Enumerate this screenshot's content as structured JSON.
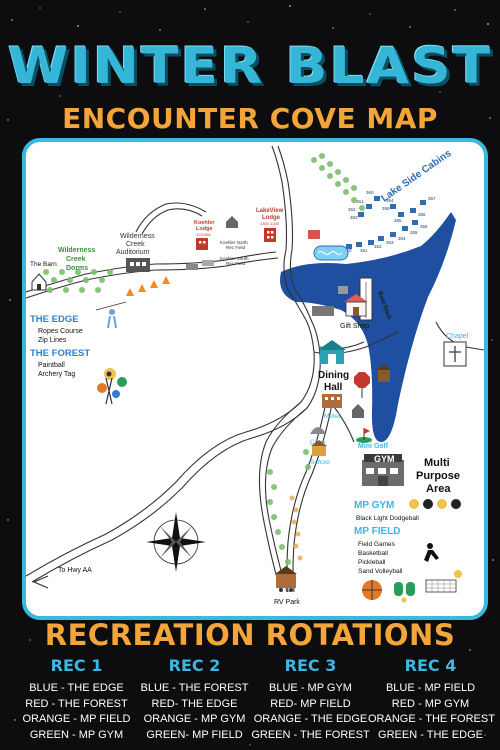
{
  "header": {
    "title": "WINTER BLAST",
    "subtitle": "ENCOUNTER COVE MAP"
  },
  "map": {
    "labels": {
      "the_barn": "The Barn",
      "wilderness_creek_dorms_1": "Wilderness",
      "wilderness_creek_dorms_2": "Creek",
      "wilderness_creek_dorms_3": "Dorms",
      "auditorium_1": "Wilderness",
      "auditorium_2": "Creek",
      "auditorium_3": "Auditorium",
      "koehler_lodge_1": "Koehler",
      "koehler_lodge_2": "Lodge",
      "koehler_lodge_rooms": "103-566",
      "koehler_north_1": "Koehler North",
      "koehler_north_2": "Rec Field",
      "koehler_south_1": "Koehler South",
      "koehler_south_2": "Rec Field",
      "lakeview_lodge_1": "LakeView",
      "lakeview_lodge_2": "Lodge",
      "lakeview_lodge_rooms": "1300-1340",
      "lake_side_cabins": "Lake Side Cabins",
      "boat_dock": "Boat Dock",
      "gift_shop": "Gift Shop",
      "chapel": "Chapel",
      "dining_hall_1": "Dining",
      "dining_hall_2": "Hall",
      "motel": "Motel",
      "cave": "Cave",
      "school": "School",
      "mini_golf": "Mini Golf",
      "gym_sign": "GYM",
      "multi_purpose_1": "Multi",
      "multi_purpose_2": "Purpose",
      "multi_purpose_3": "Area",
      "mp_gym": "MP GYM",
      "mp_gym_activity": "Black Light Dodgeball",
      "mp_field": "MP FIELD",
      "mp_field_1": "Field Games",
      "mp_field_2": "Basketball",
      "mp_field_3": "Pickleball",
      "mp_field_4": "Sand Volleyball",
      "the_edge": "THE EDGE",
      "the_edge_1": "Ropes Course",
      "the_edge_2": "Zip Lines",
      "the_forest": "THE FOREST",
      "the_forest_1": "Paintball",
      "the_forest_2": "Archery Tag",
      "to_hwy": "To Hwy AA",
      "rv_park": "RV Park"
    },
    "cabin_numbers": [
      "360",
      "361",
      "362",
      "363",
      "364",
      "365",
      "366",
      "357",
      "356",
      "355",
      "354",
      "353",
      "352",
      "351",
      "350",
      "359"
    ]
  },
  "recreation": {
    "title": "RECREATION ROTATIONS",
    "columns": [
      {
        "heading": "REC 1",
        "lines": [
          "BLUE - THE EDGE",
          "RED - THE FOREST",
          "ORANGE - MP FIELD",
          "GREEN - MP GYM"
        ]
      },
      {
        "heading": "REC 2",
        "lines": [
          "BLUE - THE FOREST",
          "RED- THE EDGE",
          "ORANGE - MP GYM",
          "GREEN- MP FIELD"
        ]
      },
      {
        "heading": "REC 3",
        "lines": [
          "BLUE - MP GYM",
          "RED- MP FIELD",
          "ORANGE - THE EDGE",
          "GREEN - THE FOREST"
        ]
      },
      {
        "heading": "REC 4",
        "lines": [
          "BLUE - MP FIELD",
          "RED - MP GYM",
          "ORANGE - THE FOREST",
          "GREEN - THE EDGE"
        ]
      }
    ]
  },
  "colors": {
    "title_blue": "#35b6d6",
    "title_orange": "#f4a53a",
    "lake": "#1f4fa0",
    "tree_green": "#7bbf6a",
    "map_border": "#39b8e0"
  }
}
